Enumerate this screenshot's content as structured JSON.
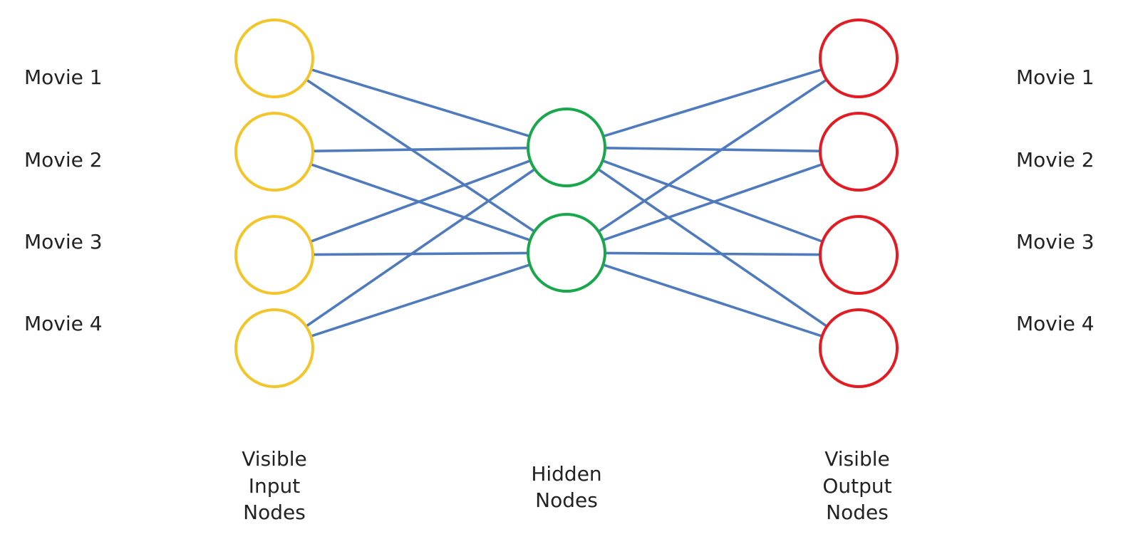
{
  "left_labels": [
    "Movie 1",
    "Movie 2",
    "Movie 3",
    "Movie 4"
  ],
  "right_labels": [
    "Movie 1",
    "Movie 2",
    "Movie 3",
    "Movie 4"
  ],
  "groups": {
    "input": {
      "lines": [
        "Visible",
        "Input",
        "Nodes"
      ],
      "color": "#f2c62b",
      "count": 4
    },
    "hidden": {
      "lines": [
        "Hidden",
        "Nodes"
      ],
      "color": "#19a74b",
      "count": 2
    },
    "output": {
      "lines": [
        "Visible",
        "Output",
        "Nodes"
      ],
      "color": "#e31b23",
      "count": 4
    }
  },
  "edge_color": "#4f7bbd",
  "connectivity": "fully-connected"
}
